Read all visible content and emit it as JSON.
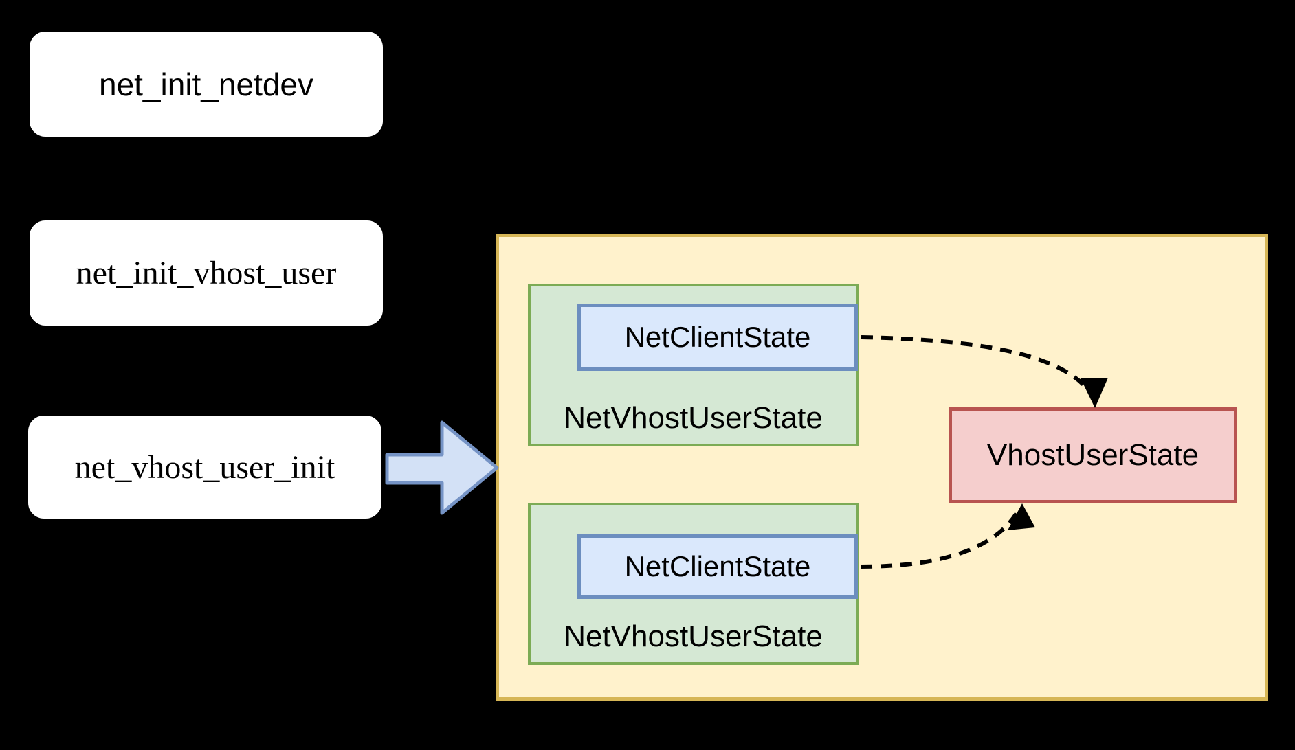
{
  "diagram": {
    "background_color": "#000000",
    "function_boxes": [
      {
        "label": "net_init_netdev"
      },
      {
        "label": "net_init_vhost_user"
      },
      {
        "label": "net_vhost_user_init"
      }
    ],
    "container": {
      "fill": "#fff2cc",
      "stroke": "#d6b656",
      "groups": [
        {
          "outer_label": "NetVhostUserState",
          "inner_label": "NetClientState"
        },
        {
          "outer_label": "NetVhostUserState",
          "inner_label": "NetClientState"
        }
      ],
      "target": {
        "label": "VhostUserState",
        "fill": "#f5cecd",
        "stroke": "#b85450"
      },
      "group_fill": "#d5e8d4",
      "group_stroke": "#7cab55",
      "inner_fill": "#dae8fc",
      "inner_stroke": "#6c8ebf"
    },
    "big_arrow": {
      "fill": "#d3e1f6",
      "stroke": "#7593c5"
    },
    "dashed_arrow_color": "#000000"
  }
}
